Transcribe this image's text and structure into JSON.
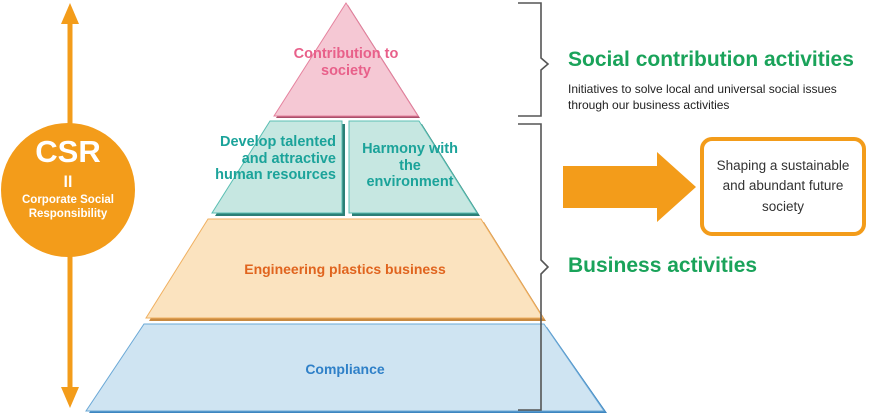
{
  "csr": {
    "title": "CSR",
    "equals": "ll",
    "subtitle": "Corporate Social Responsibility"
  },
  "pyramid": {
    "top": "Contribution to society",
    "middle_left": "Develop talented and attractive human resources",
    "middle_right": "Harmony with the environment",
    "lower": "Engineering plastics business",
    "base": "Compliance"
  },
  "right": {
    "social_title": "Social contribution activities",
    "social_desc": "Initiatives to solve local and universal social issues through our business activities",
    "business_title": "Business activities",
    "future_box": "Shaping a sustainable and abundant future society"
  },
  "colors": {
    "orange": "#f39c1a",
    "pink_fill": "#f5c8d4",
    "pink_text": "#e8608a",
    "teal_fill": "#c6e7e1",
    "teal_text": "#1ba39a",
    "peach_fill": "#fbe3bf",
    "peach_text": "#e0641e",
    "blue_fill": "#cfe4f2",
    "blue_text": "#2f80c8",
    "green": "#1aa35a"
  }
}
